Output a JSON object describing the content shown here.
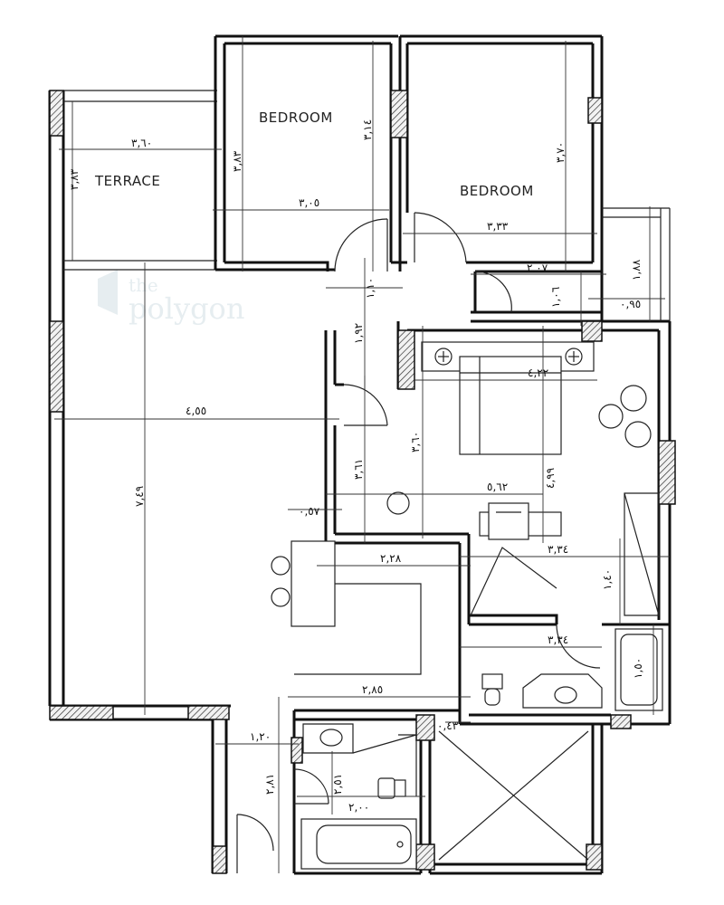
{
  "watermark": {
    "line1": "the",
    "line2": "polygon"
  },
  "rooms": {
    "bedroom_1": "BEDROOM",
    "bedroom_2": "BEDROOM",
    "terrace": "TERRACE"
  },
  "dimensions": {
    "terrace_width": "٣,٦٠",
    "terrace_height": "٣,٨٣",
    "bedroom1_height": "٣,٨٣",
    "bedroom1_width": "٣,٠٥",
    "bedroom1_inner": "٣,١٤",
    "bedroom2_height": "٣,٧٠",
    "bedroom2_width": "٣,٣٣",
    "balcony_height": "١,٨٨",
    "closet_width": "٢,٠٧",
    "closet_height": "١,٠٦",
    "balcony_width": "٠,٩٥",
    "door_width": "١,١٠",
    "corridor_height": "١,٩٢",
    "living_width": "٤,٥٥",
    "living_height": "٧,٤٩",
    "master_bed_width": "٤,٢٢",
    "master_bed_height": "٣,٦٠",
    "master_right": "٤,٩٩",
    "hall_height": "٣,٦١",
    "master_total": "٥,٦٢",
    "small_gap": "٠,٥٧",
    "dining_width": "٢,٢٨",
    "dressing_width": "٣,٣٤",
    "dressing_height": "١,٤٠",
    "bath_width": "٣,٣٤",
    "tub_height": "١,٥٠",
    "kitchen_width": "٢,٨٥",
    "wc_offset": "٠,٤٣",
    "entry_width": "١,٢٠",
    "bath2_height": "٢,٥١",
    "bath2_width": "٢,٠٠",
    "entry_height": "٢,٨١"
  }
}
